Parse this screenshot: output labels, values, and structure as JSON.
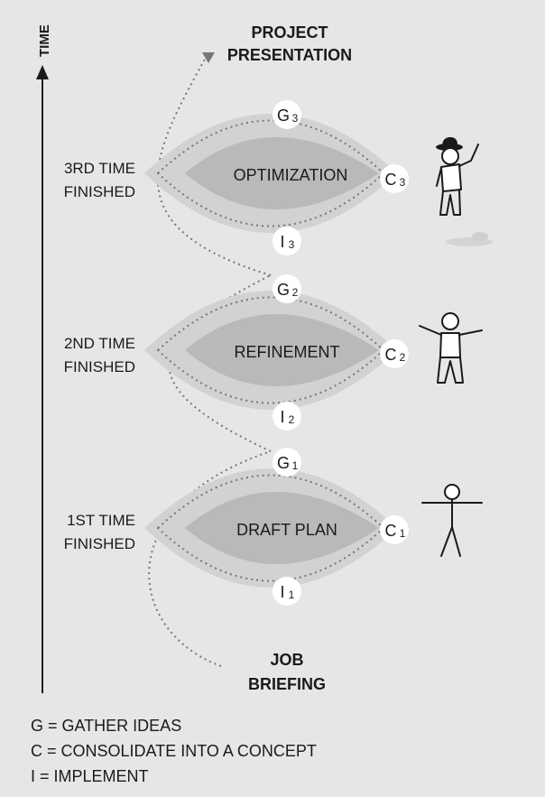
{
  "axis": {
    "label": "TIME"
  },
  "top_label": {
    "line1": "PROJECT",
    "line2": "PRESENTATION"
  },
  "bottom_label": {
    "line1": "JOB",
    "line2": "BRIEFING"
  },
  "cycles": [
    {
      "phase": "OPTIMIZATION",
      "status_line1": "3RD TIME",
      "status_line2": "FINISHED",
      "g": {
        "letter": "G",
        "sub": "3"
      },
      "c": {
        "letter": "C",
        "sub": "3"
      },
      "i": {
        "letter": "I",
        "sub": "3"
      }
    },
    {
      "phase": "REFINEMENT",
      "status_line1": "2ND TIME",
      "status_line2": "FINISHED",
      "g": {
        "letter": "G",
        "sub": "2"
      },
      "c": {
        "letter": "C",
        "sub": "2"
      },
      "i": {
        "letter": "I",
        "sub": "2"
      }
    },
    {
      "phase": "DRAFT PLAN",
      "status_line1": "1ST TIME",
      "status_line2": "FINISHED",
      "g": {
        "letter": "G",
        "sub": "1"
      },
      "c": {
        "letter": "C",
        "sub": "1"
      },
      "i": {
        "letter": "I",
        "sub": "1"
      }
    }
  ],
  "legend": [
    "G = GATHER IDEAS",
    "C = CONSOLIDATE INTO A CONCEPT",
    "I = IMPLEMENT"
  ],
  "colors": {
    "background": "#e6e6e6",
    "lens_outer": "#d2d2d2",
    "lens_inner": "#b9b9b9",
    "dots": "#777777",
    "ink": "#1a1a1a"
  },
  "icons": [
    "person-with-hat-icon",
    "person-arms-out-icon",
    "stick-figure-icon"
  ]
}
